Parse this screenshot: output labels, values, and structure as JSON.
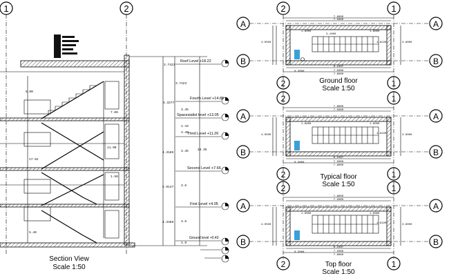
{
  "grid": {
    "section_left": "1",
    "section_right": "2",
    "plan_left": "2",
    "plan_right": "1",
    "row_top": "A",
    "row_bottom": "B"
  },
  "section": {
    "title": "Section View",
    "scale": "Scale  1:50",
    "levels": [
      {
        "label": "Roof Level +18.22"
      },
      {
        "label": "Fourth Level +14.86"
      },
      {
        "label": "Spacesialist level +13.05"
      },
      {
        "label": "Third Level +11.26"
      },
      {
        "label": "Second Level +7.66"
      },
      {
        "label": "First Level +4.05"
      },
      {
        "label": "Ground level +0.43"
      }
    ],
    "dims": [
      "3.7423",
      "4.3277",
      "3.45",
      "1.43",
      "3.45",
      "4.3189",
      "24.35",
      "3.45",
      "2.9147",
      "3.6",
      "4.3468",
      "3.6",
      "1.9"
    ],
    "notes": [
      "5.00",
      "11.00",
      "17.62",
      "7.00",
      "1.50",
      "5.40"
    ]
  },
  "plans": [
    {
      "title": "Ground  floor",
      "scale": "Scale  1:50"
    },
    {
      "title": "Typical  floor",
      "scale": "Scale  1:50"
    },
    {
      "title": "Top  floor",
      "scale": "Scale  1:50"
    }
  ],
  "plan_dims": {
    "overall": "7.8000",
    "inner": "7.5000",
    "left_seg": "1.8000",
    "right_seg": "1.8000",
    "mid": "6.2467",
    "bottom": "0.3000",
    "height_left": "4.0500",
    "height_right": "3.9000",
    "small_a": "3.1000",
    "small_b": "1.6220"
  }
}
